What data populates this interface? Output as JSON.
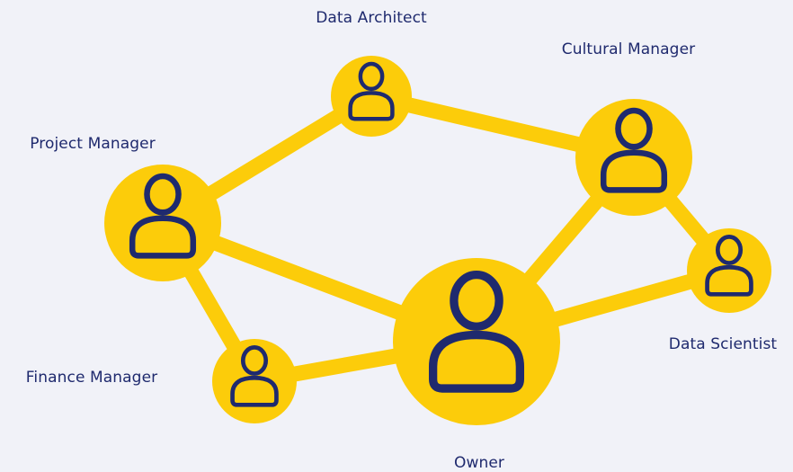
{
  "colors": {
    "background": "#f1f2f8",
    "node_fill": "#fccc0a",
    "icon_stroke": "#1f2a6e",
    "label_text": "#1f2a6e"
  },
  "nodes": {
    "owner": {
      "label": "Owner",
      "icon": "person-icon"
    },
    "project_manager": {
      "label": "Project Manager",
      "icon": "person-icon"
    },
    "data_architect": {
      "label": "Data Architect",
      "icon": "person-icon"
    },
    "cultural_manager": {
      "label": "Cultural Manager",
      "icon": "person-icon"
    },
    "data_scientist": {
      "label": "Data Scientist",
      "icon": "person-icon"
    },
    "finance_manager": {
      "label": "Finance Manager",
      "icon": "person-icon"
    }
  },
  "edges": [
    [
      "project_manager",
      "data_architect"
    ],
    [
      "data_architect",
      "cultural_manager"
    ],
    [
      "cultural_manager",
      "data_scientist"
    ],
    [
      "cultural_manager",
      "owner"
    ],
    [
      "project_manager",
      "owner"
    ],
    [
      "project_manager",
      "finance_manager"
    ],
    [
      "finance_manager",
      "owner"
    ],
    [
      "owner",
      "data_scientist"
    ]
  ]
}
